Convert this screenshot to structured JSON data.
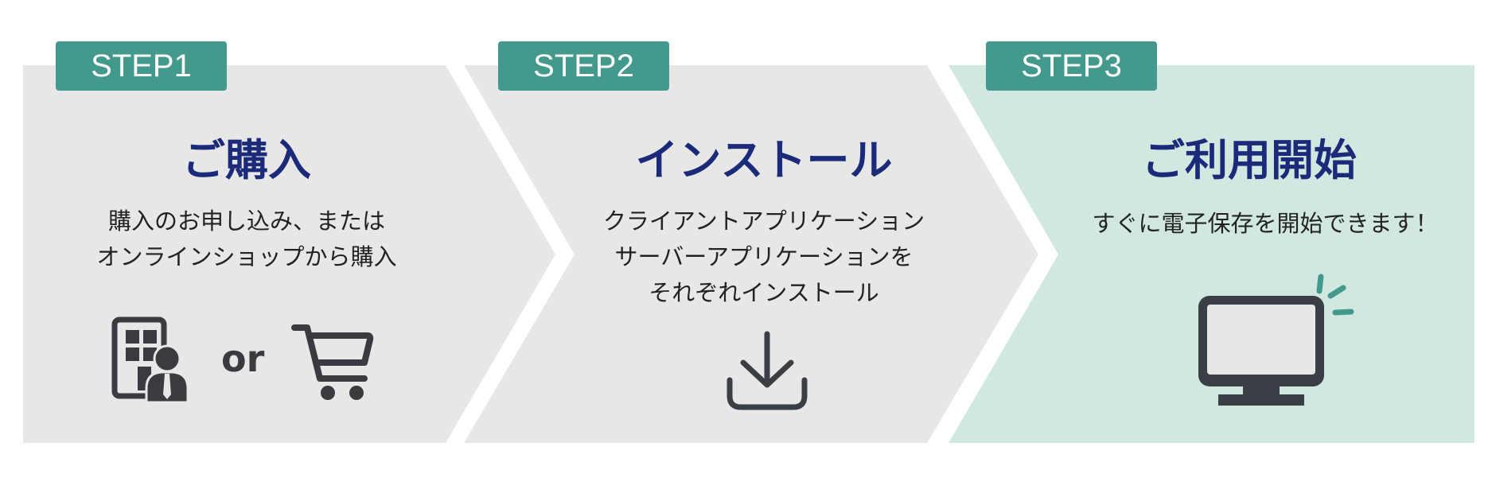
{
  "colors": {
    "panel_gray": "#e7e7e7",
    "panel_green": "#d1e8e0",
    "badge": "#42998c",
    "title": "#1c2a7a",
    "icon_dark": "#3a3f45",
    "accent_teal": "#42998c"
  },
  "steps": [
    {
      "badge": "STEP1",
      "title": "ご購入",
      "description": [
        "購入のお申し込み、または",
        "オンラインショップから購入"
      ],
      "icons": [
        "office-building-person-icon",
        "shopping-cart-icon"
      ],
      "connector": "or"
    },
    {
      "badge": "STEP2",
      "title": "インストール",
      "description": [
        "クライアントアプリケーション",
        "サーバーアプリケーションを",
        "それぞれインストール"
      ],
      "icons": [
        "download-icon"
      ]
    },
    {
      "badge": "STEP3",
      "title": "ご利用開始",
      "description": [
        "すぐに電子保存を開始できます！"
      ],
      "icons": [
        "monitor-icon"
      ]
    }
  ]
}
